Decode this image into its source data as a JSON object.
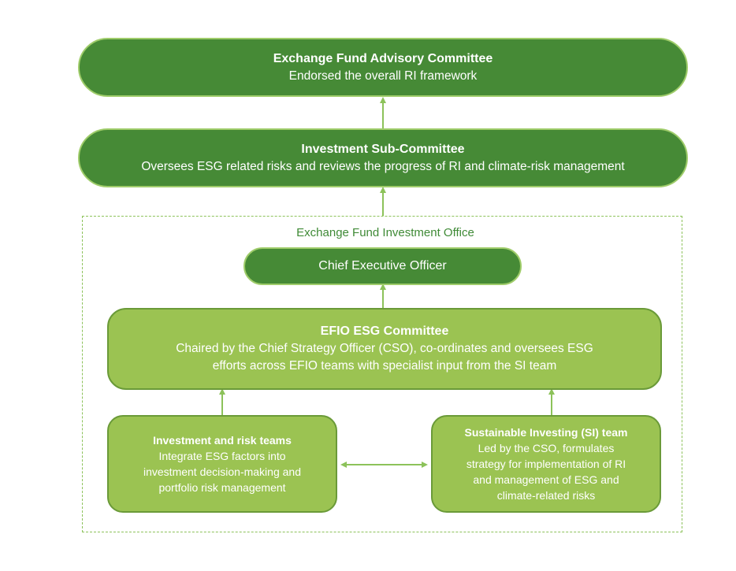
{
  "advisory": {
    "title": "Exchange Fund Advisory Committee",
    "desc": "Endorsed the overall RI framework"
  },
  "sub_committee": {
    "title": "Investment Sub-Committee",
    "desc": "Oversees ESG related risks and reviews the progress of RI and climate-risk management"
  },
  "office": {
    "label": "Exchange Fund Investment Office"
  },
  "ceo": {
    "title": "Chief Executive Officer"
  },
  "esg_committee": {
    "title": "EFIO ESG Committee",
    "desc_line1": "Chaired by the Chief Strategy Officer (CSO), co-ordinates and oversees ESG",
    "desc_line2": "efforts across EFIO teams with specialist input from the SI team"
  },
  "investment_teams": {
    "title": "Investment and risk teams",
    "lines": [
      "Integrate ESG factors into",
      "investment decision-making and",
      "portfolio risk management"
    ]
  },
  "si_team": {
    "title": "Sustainable Investing (SI) team",
    "lines": [
      "Led by the CSO,  formulates",
      "strategy for implementation of RI",
      "and management of ESG and",
      "climate-related risks"
    ]
  },
  "colors": {
    "dark_green": "#468a36",
    "light_green": "#9bc352",
    "connector": "#8cc25a"
  }
}
